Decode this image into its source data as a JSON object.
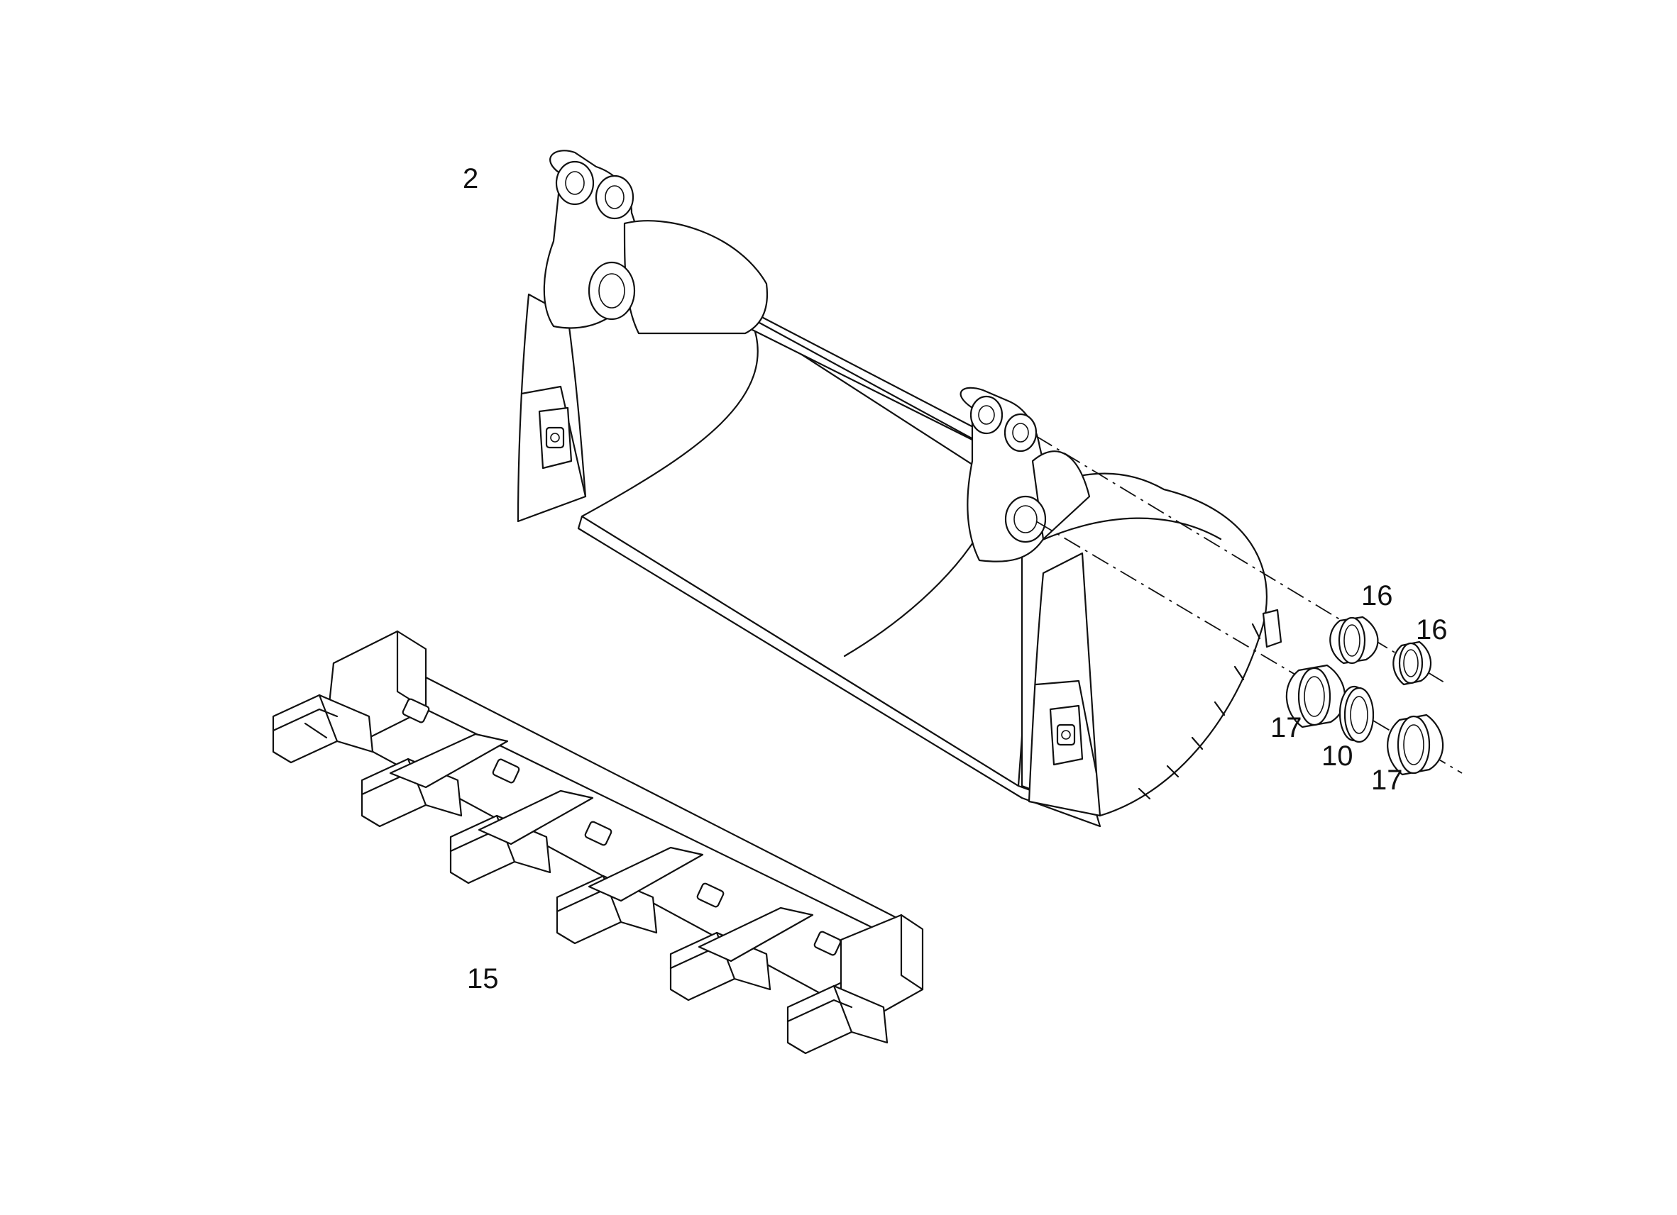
{
  "callouts": [
    {
      "id": "c2",
      "label": "2"
    },
    {
      "id": "c15",
      "label": "15"
    },
    {
      "id": "c16a",
      "label": "16"
    },
    {
      "id": "c16b",
      "label": "16"
    },
    {
      "id": "c17a",
      "label": "17"
    },
    {
      "id": "c10",
      "label": "10"
    },
    {
      "id": "c17b",
      "label": "17"
    }
  ]
}
